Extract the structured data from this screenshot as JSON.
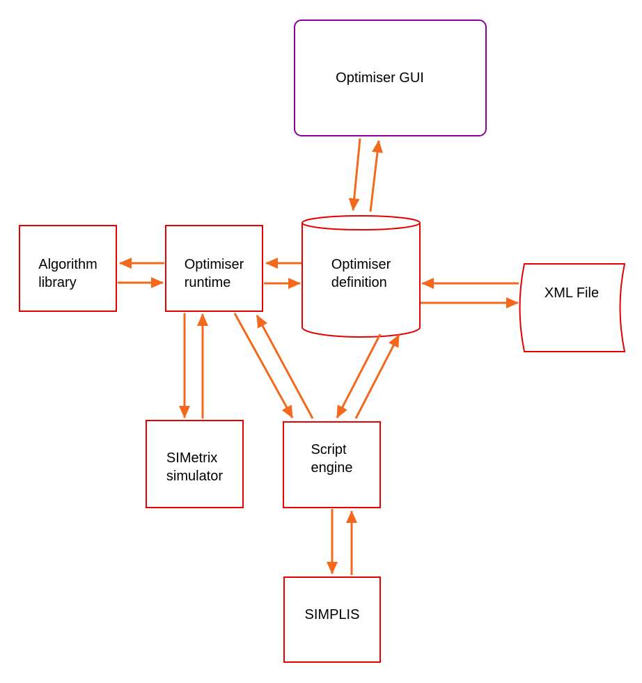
{
  "diagram": {
    "type": "architecture-flowchart",
    "nodes": {
      "gui": {
        "label": "Optimiser GUI",
        "shape": "rounded-rectangle",
        "border_color": "#8a0096"
      },
      "algorithm_library": {
        "line1": "Algorithm",
        "line2": "library",
        "shape": "rectangle",
        "border_color": "#e60000"
      },
      "optimiser_runtime": {
        "line1": "Optimiser",
        "line2": "runtime",
        "shape": "rectangle",
        "border_color": "#e60000"
      },
      "optimiser_definition": {
        "line1": "Optimiser",
        "line2": "definition",
        "shape": "cylinder",
        "border_color": "#e60000"
      },
      "xml_file": {
        "label": "XML File",
        "shape": "stored-data-curved",
        "border_color": "#e60000"
      },
      "simetrix_simulator": {
        "line1": "SIMetrix",
        "line2": "simulator",
        "shape": "rectangle",
        "border_color": "#e60000"
      },
      "script_engine": {
        "line1": "Script",
        "line2": "engine",
        "shape": "rectangle",
        "border_color": "#e60000"
      },
      "simplis": {
        "label": "SIMPLIS",
        "shape": "rectangle",
        "border_color": "#e60000"
      }
    },
    "edges": [
      {
        "from": "gui",
        "to": "optimiser_definition"
      },
      {
        "from": "optimiser_definition",
        "to": "gui"
      },
      {
        "from": "optimiser_runtime",
        "to": "algorithm_library"
      },
      {
        "from": "algorithm_library",
        "to": "optimiser_runtime"
      },
      {
        "from": "optimiser_definition",
        "to": "optimiser_runtime"
      },
      {
        "from": "optimiser_runtime",
        "to": "optimiser_definition"
      },
      {
        "from": "xml_file",
        "to": "optimiser_definition"
      },
      {
        "from": "optimiser_definition",
        "to": "xml_file"
      },
      {
        "from": "optimiser_runtime",
        "to": "simetrix_simulator"
      },
      {
        "from": "simetrix_simulator",
        "to": "optimiser_runtime"
      },
      {
        "from": "optimiser_runtime",
        "to": "script_engine"
      },
      {
        "from": "script_engine",
        "to": "optimiser_runtime"
      },
      {
        "from": "optimiser_definition",
        "to": "script_engine"
      },
      {
        "from": "script_engine",
        "to": "optimiser_definition"
      },
      {
        "from": "script_engine",
        "to": "simplis"
      },
      {
        "from": "simplis",
        "to": "script_engine"
      }
    ],
    "colors": {
      "arrow": "#f3681d",
      "node_border": "#e60000",
      "gui_border": "#8a0096",
      "text": "#000000",
      "background": "#ffffff"
    }
  }
}
